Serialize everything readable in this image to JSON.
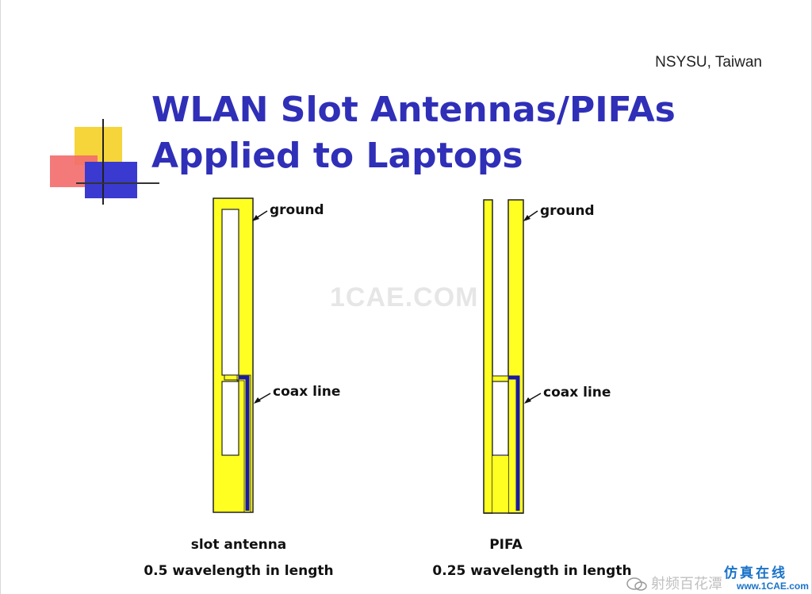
{
  "header": {
    "institution": "NSYSU, Taiwan"
  },
  "title": {
    "line1": "WLAN Slot Antennas/PIFAs",
    "line2": "Applied to Laptops"
  },
  "left_diagram": {
    "ground_label": "ground",
    "coax_label": "coax line",
    "caption_name": "slot antenna",
    "caption_length": "0.5 wavelength in length"
  },
  "right_diagram": {
    "ground_label": "ground",
    "coax_label": "coax line",
    "caption_name": "PIFA",
    "caption_length": "0.25 wavelength in length"
  },
  "watermark": {
    "center": "1CAE.COM",
    "corner_cn": "仿真在线",
    "corner_url": "www.1CAE.com",
    "corner_account": "射频百花潭"
  },
  "colors": {
    "title": "#2f2fb8",
    "ground_fill": "#ffff22",
    "coax": "#1a1aa0"
  }
}
